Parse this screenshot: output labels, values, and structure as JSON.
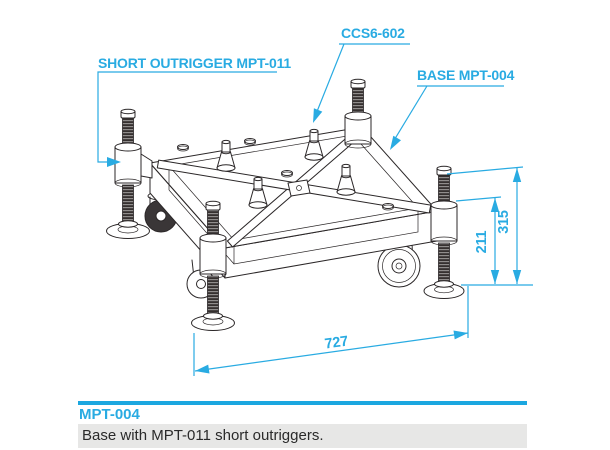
{
  "accent_color": "#29abe2",
  "line_color": "#2b2728",
  "annotations": {
    "outrigger_label": "SHORT OUTRIGGER MPT-011",
    "cone_label": "CCS6-602",
    "base_label": "BASE MPT-004"
  },
  "dimensions": {
    "total_height": "315",
    "leg_height": "211",
    "width": "727"
  },
  "footer": {
    "product_code": "MPT-004",
    "description": "Base with MPT-011 short outriggers."
  }
}
